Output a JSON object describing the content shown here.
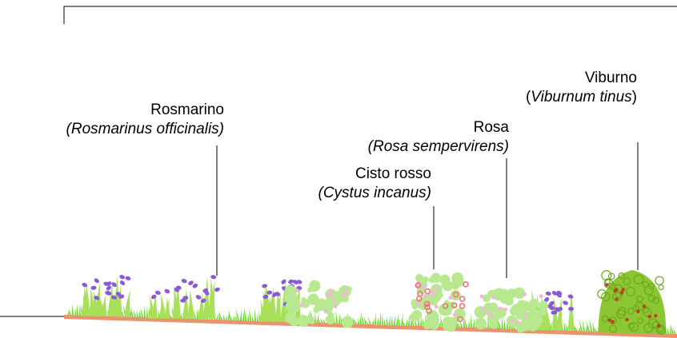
{
  "labels": {
    "rosmarino": {
      "common": "Rosmarino",
      "latin": "(Rosmarinus officinalis)"
    },
    "cisto": {
      "common": "Cisto rosso",
      "latin": "(Cystus incanus)"
    },
    "rosa": {
      "common": "Rosa",
      "latin": "(Rosa sempervirens)"
    },
    "viburno": {
      "common": "Viburno",
      "open": "(",
      "latin": "Viburnum tinus",
      "close": ")"
    }
  },
  "colors": {
    "ground": "#e8956e",
    "grass": "#66dd22",
    "rosemary_leaf": "#a8e05a",
    "rosemary_flower": "#8a5ad8",
    "cistus_leaf": "#b8e890",
    "cistus_flower": "#f4b8d8",
    "rose_flower": "#e87878",
    "viburnum_leaf": "#8cc632",
    "viburnum_berry": "#c83a1e",
    "line": "#000000"
  }
}
